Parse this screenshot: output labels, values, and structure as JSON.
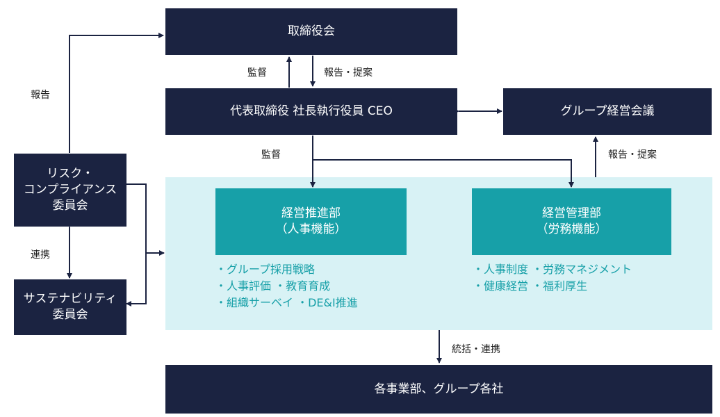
{
  "nodes": {
    "board": "取締役会",
    "ceo": "代表取締役 社長執行役員 CEO",
    "group_meeting": "グループ経営会議",
    "risk_committee": "リスク・\nコンプライアンス\n委員会",
    "sustainability_committee": "サステナビリティ\n委員会",
    "promotion_dept_title": "経営推進部",
    "promotion_dept_sub": "（人事機能）",
    "management_dept_title": "経営管理部",
    "management_dept_sub": "（労務機能）",
    "business_units": "各事業部、グループ各社"
  },
  "promotion_dept_items": [
    "・グループ採用戦略",
    "・人事評価 ・教育育成",
    "・組織サーベイ ・DE&I推進"
  ],
  "management_dept_items": [
    "・人事制度 ・労務マネジメント",
    "・健康経営 ・福利厚生"
  ],
  "labels": {
    "report_left": "報告",
    "supervise_board": "監督",
    "report_propose_board": "報告・提案",
    "supervise_ceo": "監督",
    "report_propose_group": "報告・提案",
    "cooperate": "連携",
    "integrate_cooperate": "統括・連携"
  },
  "colors": {
    "navy": "#1b2341",
    "teal": "#17a0a8",
    "panel": "#d8f2f5"
  }
}
